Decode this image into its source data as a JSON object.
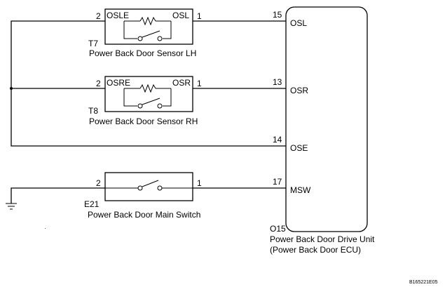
{
  "sensor_lh": {
    "code": "T7",
    "name": "Power Back Door Sensor LH",
    "pin_left_num": "2",
    "pin_left_name": "OSLE",
    "pin_right_name": "OSL",
    "pin_right_num": "1"
  },
  "sensor_rh": {
    "code": "T8",
    "name": "Power Back Door Sensor RH",
    "pin_left_num": "2",
    "pin_left_name": "OSRE",
    "pin_right_name": "OSR",
    "pin_right_num": "1"
  },
  "main_switch": {
    "code": "E21",
    "name": "Power Back Door Main Switch",
    "pin_left_num": "2",
    "pin_right_num": "1"
  },
  "ecu": {
    "code": "O15",
    "name_line1": "Power Back Door Drive Unit",
    "name_line2": "(Power Back Door ECU)",
    "terminals": [
      {
        "num": "15",
        "name": "OSL"
      },
      {
        "num": "13",
        "name": "OSR"
      },
      {
        "num": "14",
        "name": "OSE"
      },
      {
        "num": "17",
        "name": "MSW"
      }
    ]
  },
  "figure_code": "B165221E05"
}
